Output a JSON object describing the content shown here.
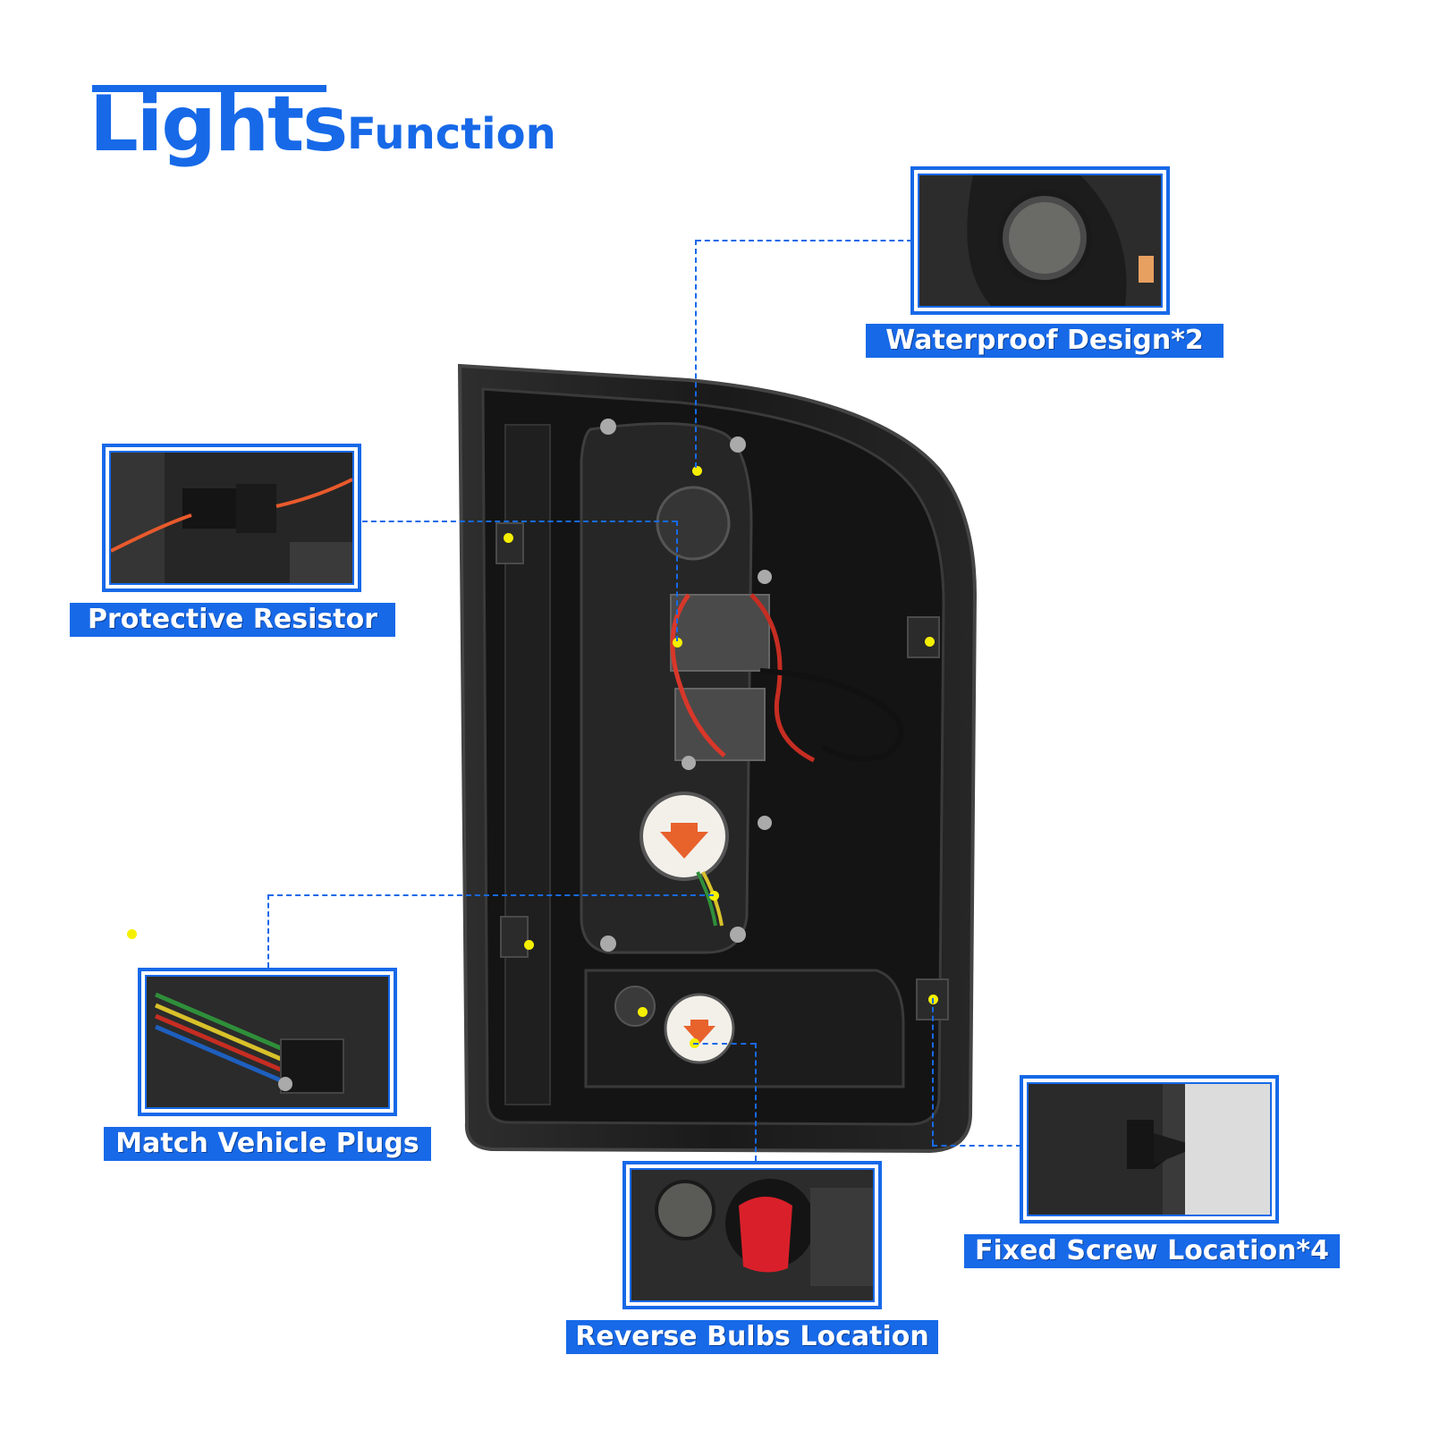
{
  "title": {
    "main": "Lights",
    "sub": "Function"
  },
  "callouts": {
    "waterproof": {
      "label": "Waterproof Design*2"
    },
    "resistor": {
      "label": "Protective Resistor"
    },
    "plugs": {
      "label": "Match Vehicle Plugs"
    },
    "screw": {
      "label": "Fixed Screw Location*4"
    },
    "reverse": {
      "label": "Reverse Bulbs Location"
    }
  },
  "colors": {
    "accent": "#1769e8",
    "marker": "#f5f000",
    "housing": "#1e1e1e"
  }
}
